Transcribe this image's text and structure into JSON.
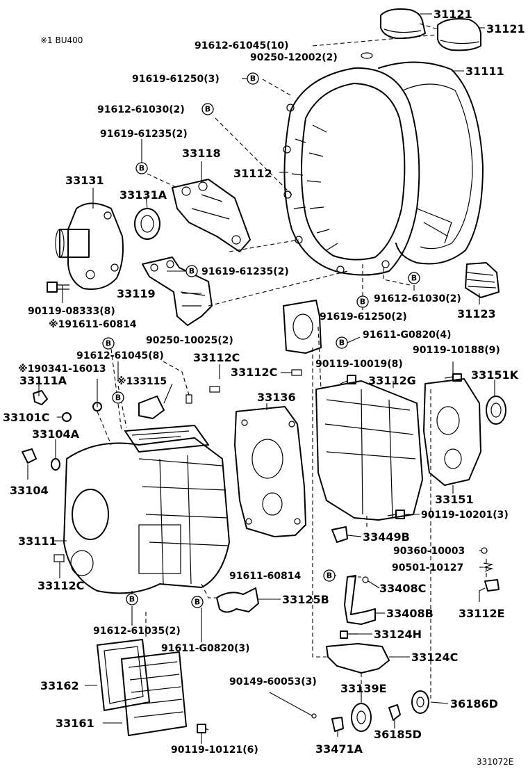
{
  "note": "※1 BU400",
  "figure_code": "331072E",
  "bolt_marker": "B",
  "labels": {
    "p31121a": "31121",
    "p31121b": "31121",
    "p91612_61045_10": "91612-61045(10)",
    "p90250_12002_2": "90250-12002(2)",
    "p91619_61250_3": "91619-61250(3)",
    "p31111": "31111",
    "p91612_61030_2a": "91612-61030(2)",
    "p91619_61235_2a": "91619-61235(2)",
    "p33118": "33118",
    "p31112": "31112",
    "p33131": "33131",
    "p33131A": "33131A",
    "p91619_61235_2b": "91619-61235(2)",
    "p33119": "33119",
    "p91612_61030_2b": "91612-61030(2)",
    "p31123": "31123",
    "p90119_08333_8": "90119-08333(8)",
    "p91611_60814_x1": "※191611-60814",
    "p91619_61250_2": "91619-61250(2)",
    "p91611_G0820_4": "91611-G0820(4)",
    "p90250_10025_2": "90250-10025(2)",
    "p90119_10188_9": "90119-10188(9)",
    "p91612_61045_8": "91612-61045(8)",
    "p33112C_a": "33112C",
    "p33112C_b": "33112C",
    "p90119_10019_8": "90119-10019(8)",
    "p90341_16013": "※190341-16013",
    "p33111A": "33111A",
    "p133115": "※133115",
    "p33112G": "33112G",
    "p33151K": "33151K",
    "p33136": "33136",
    "p33101C": "33101C",
    "p33104A": "33104A",
    "p33104": "33104",
    "p33151": "33151",
    "p90119_10201_3": "90119-10201(3)",
    "p33111": "33111",
    "p33449B": "33449B",
    "p90360_10003": "90360-10003",
    "p90501_10127": "90501-10127",
    "p33112C_c": "33112C",
    "p91611_60814": "91611-60814",
    "p33408C": "33408C",
    "p33125B": "33125B",
    "p33112E": "33112E",
    "p33408B": "33408B",
    "p91612_61035_2": "91612-61035(2)",
    "p33124H": "33124H",
    "p91611_G0820_3": "91611-G0820(3)",
    "p33124C": "33124C",
    "p33162": "33162",
    "p90149_60053_3": "90149-60053(3)",
    "p33139E": "33139E",
    "p36186D": "36186D",
    "p33161": "33161",
    "p36185D": "36185D",
    "p90119_10121_6": "90119-10121(6)",
    "p33471A": "33471A"
  }
}
